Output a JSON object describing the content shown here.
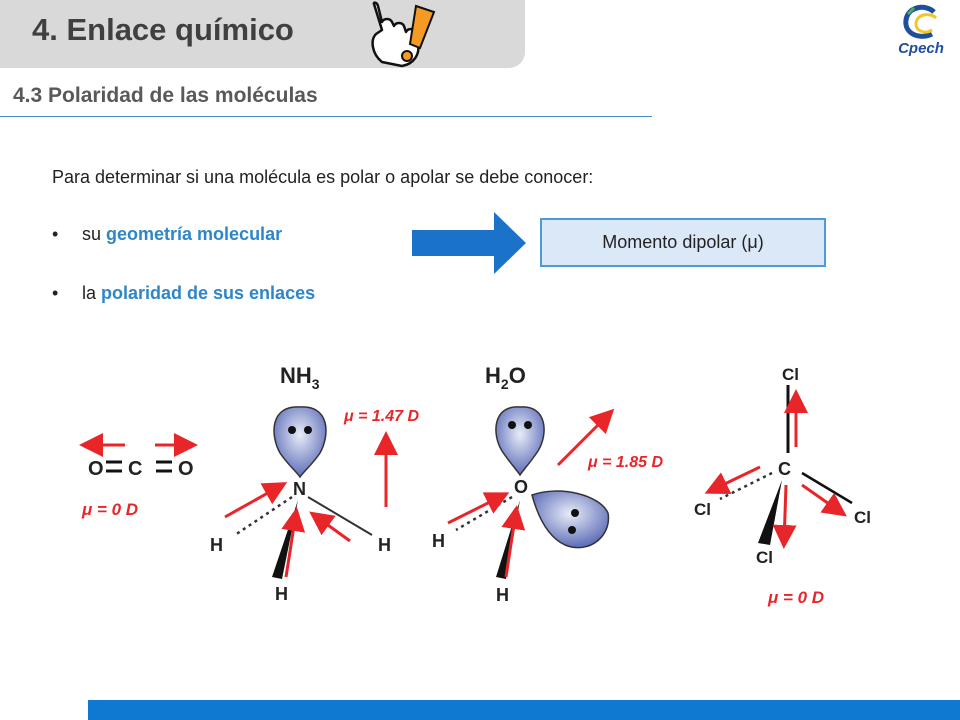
{
  "header": {
    "title": "4. Enlace químico",
    "brand": "Cpech"
  },
  "section": {
    "subtitle": "4.3 Polaridad de las moléculas"
  },
  "content": {
    "intro": "Para determinar si una molécula es polar o apolar se debe conocer:",
    "bullets": [
      {
        "prefix": "su ",
        "highlight": "geometría molecular"
      },
      {
        "prefix": "la ",
        "highlight": "polaridad de sus enlaces"
      }
    ],
    "result_box": "Momento dipolar (μ)"
  },
  "molecules": {
    "co2": {
      "atoms": [
        "O",
        "C",
        "O"
      ],
      "dipole": "μ = 0 D"
    },
    "nh3": {
      "formula": "NH",
      "subscript": "3",
      "center": "N",
      "h": [
        "H",
        "H",
        "H"
      ],
      "dipole": "μ = 1.47 D"
    },
    "h2o": {
      "formula_pre": "H",
      "subscript": "2",
      "formula_post": "O",
      "center": "O",
      "h": [
        "H",
        "H"
      ],
      "dipole": "μ = 1.85 D"
    },
    "ccl4": {
      "center": "C",
      "cl": [
        "Cl",
        "Cl",
        "Cl",
        "Cl"
      ],
      "dipole": "μ = 0 D"
    }
  },
  "colors": {
    "title_tab": "#d9d9d9",
    "accent_blue": "#2e86c9",
    "arrow_red": "#e8262a",
    "footer": "#0f78d0",
    "box_fill": "#dbe8f7"
  }
}
